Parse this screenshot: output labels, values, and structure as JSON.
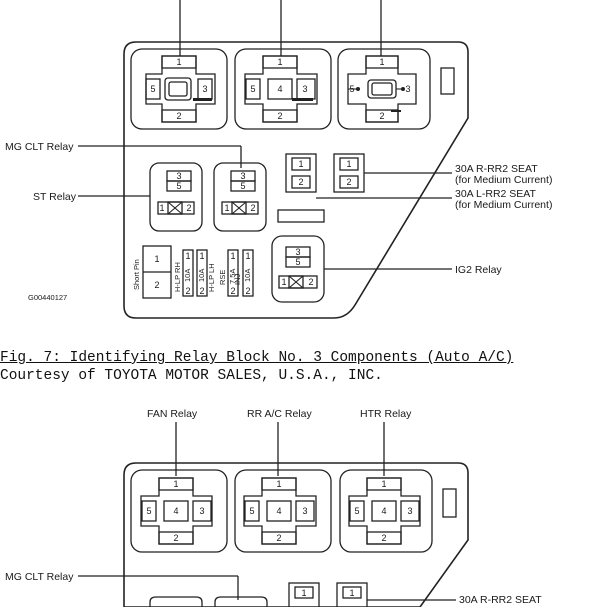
{
  "figure": {
    "title": "Fig. 7: Identifying Relay Block No. 3 Components (Auto A/C)",
    "credit": "Courtesy of TOYOTA MOTOR SALES, U.S.A., INC."
  },
  "block1": {
    "image_id": "G00440127",
    "labels": {
      "mg_clt_relay": "MG CLT Relay",
      "st_relay": "ST Relay",
      "ig2_relay": "IG2 Relay",
      "rr2_seat": "30A R-RR2 SEAT",
      "rr2_seat_sub": "(for Medium Current)",
      "lrr2_seat": "30A L-RR2 SEAT",
      "lrr2_seat_sub": "(for Medium Current)",
      "short_pin": "Short Pin"
    },
    "fuses": [
      {
        "name": "H-LP RH",
        "amps": "10A"
      },
      {
        "name": "H-LP LH",
        "amps": "10A"
      },
      {
        "name": "RSE",
        "amps": "7.5A"
      },
      {
        "name": "INJ",
        "amps": "10A"
      }
    ]
  },
  "block2": {
    "labels": {
      "fan_relay": "FAN Relay",
      "rr_ac_relay": "RR A/C Relay",
      "htr_relay": "HTR Relay",
      "mg_clt_relay": "MG CLT Relay",
      "rr2_seat": "30A R-RR2 SEAT"
    }
  },
  "pins": {
    "p1": "1",
    "p2": "2",
    "p3": "3",
    "p4": "4",
    "p5": "5"
  }
}
